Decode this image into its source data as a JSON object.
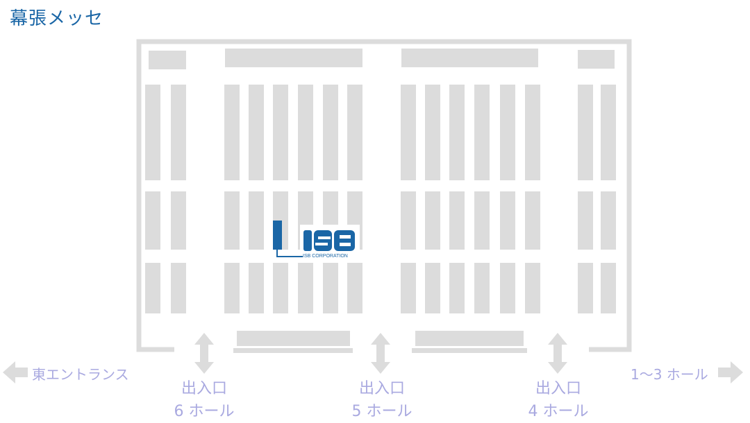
{
  "title": "幕張メッセ",
  "colors": {
    "title": "#1a66a6",
    "booth": "#dcdcdc",
    "wall": "#dcdcdc",
    "label": "#a9a9e0",
    "arrow": "#dcdcdc",
    "logo": "#1a66a6"
  },
  "entrances": [
    {
      "label": "出入口",
      "hall": "6 ホール"
    },
    {
      "label": "出入口",
      "hall": "5 ホール"
    },
    {
      "label": "出入口",
      "hall": "4 ホール"
    }
  ],
  "left_direction": "東エントランス",
  "right_direction": "1〜3 ホール",
  "logo": {
    "text": "ISB",
    "caption": "ISB CORPORATION"
  }
}
